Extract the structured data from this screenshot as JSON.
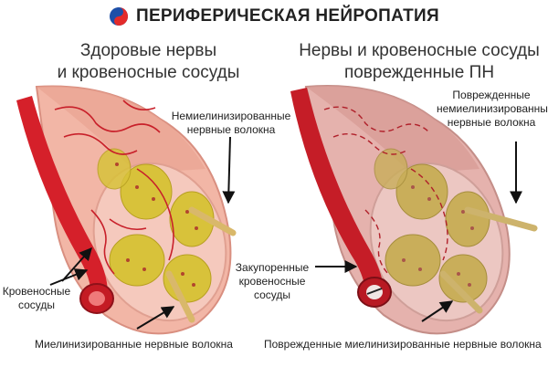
{
  "header": {
    "title": "ПЕРИФЕРИЧЕСКАЯ НЕЙРОПАТИЯ",
    "logo_icon": "yin-yang-logo-icon"
  },
  "left_panel": {
    "heading_line1": "Здоровые нервы",
    "heading_line2": "и кровеносные сосуды",
    "label_unmyelinated_line1": "Немиелинизированные",
    "label_unmyelinated_line2": "нервные волокна",
    "label_vessels_line1": "Кровеносные",
    "label_vessels_line2": "сосуды",
    "label_myelinated": "Миелинизированные нервные волокна"
  },
  "center": {
    "label_blocked_line1": "Закупоренные",
    "label_blocked_line2": "кровеносные",
    "label_blocked_line3": "сосуды"
  },
  "right_panel": {
    "heading_line1": "Нервы и кровеносные сосуды",
    "heading_line2": "поврежденные ПН",
    "label_damaged_unmyelinated_line1": "Поврежденные",
    "label_damaged_unmyelinated_line2": "немиелинизированные",
    "label_damaged_unmyelinated_line3": "нервные волокна",
    "label_damaged_myelinated": "Поврежденные миелинизированные нервные волокна"
  },
  "colors": {
    "vessel_red": "#d5202a",
    "nerve_sheath": "#f2b6a6",
    "fascicle_yellow": "#d8c23a",
    "fiber_tan": "#d9b86a",
    "damaged_tint": "#c9a0a0"
  }
}
